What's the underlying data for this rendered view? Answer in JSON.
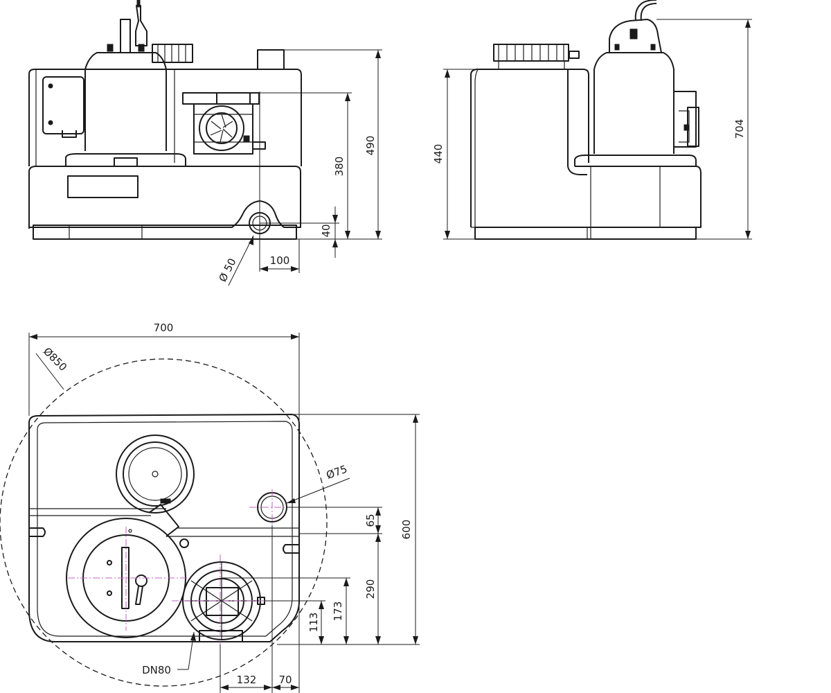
{
  "dimensions": {
    "front_total_height": "490",
    "front_outlet_height": "380",
    "front_inlet_height": "40",
    "front_inlet_diameter": "Ø 50",
    "front_inlet_offset": "100",
    "side_tank_height": "440",
    "side_total_height": "704",
    "top_width": "700",
    "top_circle_diameter": "Ø850",
    "top_depth": "600",
    "top_vent_diameter": "Ø75",
    "top_vent_offset_y": "65",
    "top_pump_center_y": "290",
    "top_outlet_y_a": "113",
    "top_outlet_y_b": "173",
    "top_outlet_label": "DN80",
    "top_outlet_offset_x": "132",
    "top_vent_offset_x": "70"
  }
}
